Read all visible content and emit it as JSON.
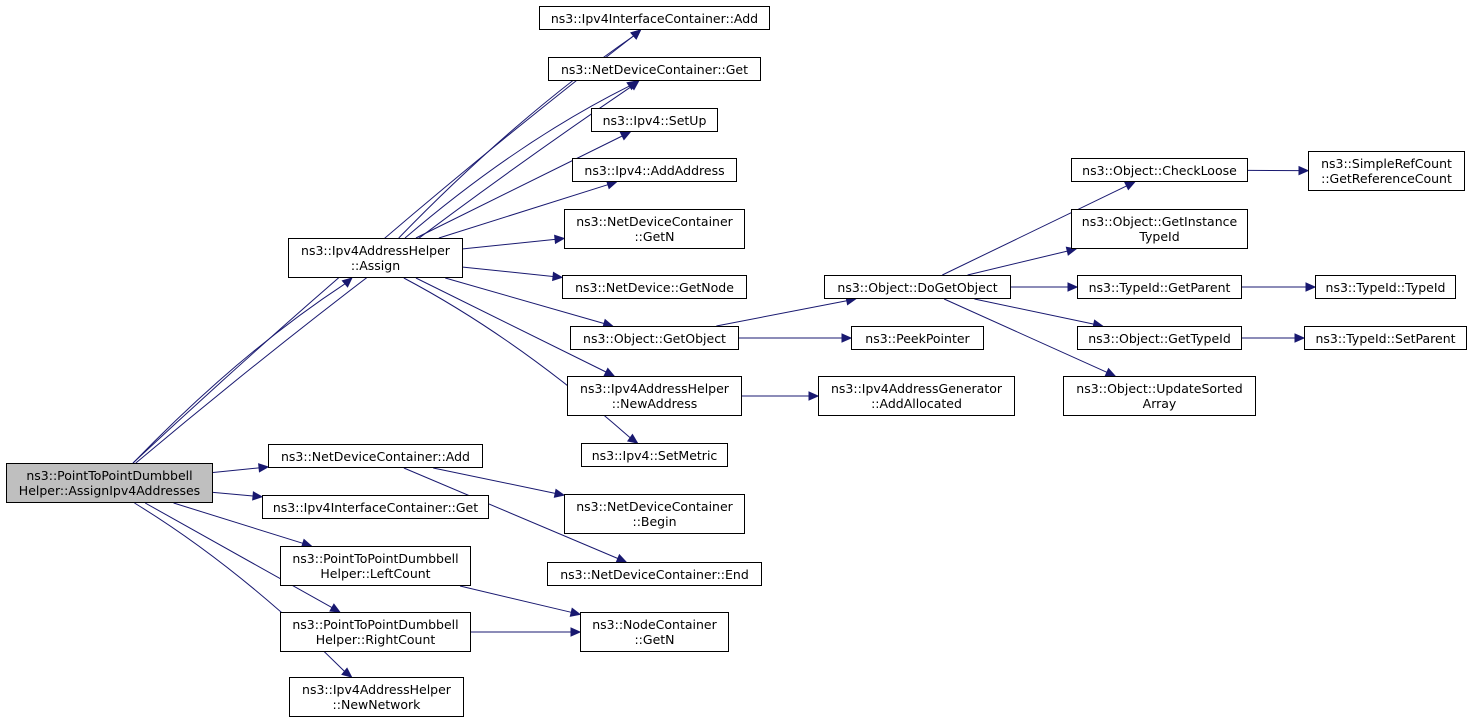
{
  "colors": {
    "edge": "#191970",
    "node_border": "#000000",
    "root_fill": "#bfbfbf",
    "node_fill": "#ffffff"
  },
  "nodes": {
    "root": "ns3::PointToPointDumbbell\nHelper::AssignIpv4Addresses",
    "ipv4_if_container_add": "ns3::Ipv4InterfaceContainer::Add",
    "netdev_container_get": "ns3::NetDeviceContainer::Get",
    "ipv4_setup": "ns3::Ipv4::SetUp",
    "ipv4_add_address": "ns3::Ipv4::AddAddress",
    "ipv4_address_helper_assign": "ns3::Ipv4AddressHelper\n::Assign",
    "netdev_container_getn": "ns3::NetDeviceContainer\n::GetN",
    "netdevice_getnode": "ns3::NetDevice::GetNode",
    "object_getobject": "ns3::Object::GetObject",
    "ipv4_address_helper_newaddress": "ns3::Ipv4AddressHelper\n::NewAddress",
    "ipv4_setmetric": "ns3::Ipv4::SetMetric",
    "netdev_container_add": "ns3::NetDeviceContainer::Add",
    "ipv4_if_container_get": "ns3::Ipv4InterfaceContainer::Get",
    "netdev_container_begin": "ns3::NetDeviceContainer\n::Begin",
    "netdev_container_end": "ns3::NetDeviceContainer::End",
    "p2p_leftcount": "ns3::PointToPointDumbbell\nHelper::LeftCount",
    "p2p_rightcount": "ns3::PointToPointDumbbell\nHelper::RightCount",
    "node_container_getn": "ns3::NodeContainer\n::GetN",
    "ipv4_address_helper_newnetwork": "ns3::Ipv4AddressHelper\n::NewNetwork",
    "object_dogetobject": "ns3::Object::DoGetObject",
    "peekpointer": "ns3::PeekPointer",
    "ipv4_address_generator_addallocated": "ns3::Ipv4AddressGenerator\n::AddAllocated",
    "object_checkloose": "ns3::Object::CheckLoose",
    "object_getinstancetypeid": "ns3::Object::GetInstance\nTypeId",
    "typeid_getparent": "ns3::TypeId::GetParent",
    "object_gettypeid": "ns3::Object::GetTypeId",
    "object_updatesortedarray": "ns3::Object::UpdateSorted\nArray",
    "simplerefcount_getreferencecount": "ns3::SimpleRefCount\n::GetReferenceCount",
    "typeid_typeid": "ns3::TypeId::TypeId",
    "typeid_setparent": "ns3::TypeId::SetParent"
  },
  "edges": [
    [
      "root",
      "ipv4_if_container_add"
    ],
    [
      "root",
      "netdev_container_get"
    ],
    [
      "root",
      "ipv4_address_helper_assign"
    ],
    [
      "root",
      "netdev_container_add"
    ],
    [
      "root",
      "ipv4_if_container_get"
    ],
    [
      "root",
      "p2p_leftcount"
    ],
    [
      "root",
      "p2p_rightcount"
    ],
    [
      "root",
      "ipv4_address_helper_newnetwork"
    ],
    [
      "ipv4_address_helper_assign",
      "ipv4_if_container_add"
    ],
    [
      "ipv4_address_helper_assign",
      "netdev_container_get"
    ],
    [
      "ipv4_address_helper_assign",
      "ipv4_setup"
    ],
    [
      "ipv4_address_helper_assign",
      "ipv4_add_address"
    ],
    [
      "ipv4_address_helper_assign",
      "netdev_container_getn"
    ],
    [
      "ipv4_address_helper_assign",
      "netdevice_getnode"
    ],
    [
      "ipv4_address_helper_assign",
      "object_getobject"
    ],
    [
      "ipv4_address_helper_assign",
      "ipv4_address_helper_newaddress"
    ],
    [
      "ipv4_address_helper_assign",
      "ipv4_setmetric"
    ],
    [
      "netdev_container_add",
      "netdev_container_begin"
    ],
    [
      "netdev_container_add",
      "netdev_container_end"
    ],
    [
      "p2p_leftcount",
      "node_container_getn"
    ],
    [
      "p2p_rightcount",
      "node_container_getn"
    ],
    [
      "object_getobject",
      "object_dogetobject"
    ],
    [
      "object_getobject",
      "peekpointer"
    ],
    [
      "ipv4_address_helper_newaddress",
      "ipv4_address_generator_addallocated"
    ],
    [
      "object_dogetobject",
      "object_checkloose"
    ],
    [
      "object_dogetobject",
      "object_getinstancetypeid"
    ],
    [
      "object_dogetobject",
      "typeid_getparent"
    ],
    [
      "object_dogetobject",
      "object_gettypeid"
    ],
    [
      "object_dogetobject",
      "object_updatesortedarray"
    ],
    [
      "object_checkloose",
      "simplerefcount_getreferencecount"
    ],
    [
      "typeid_getparent",
      "typeid_typeid"
    ],
    [
      "object_gettypeid",
      "typeid_setparent"
    ]
  ]
}
